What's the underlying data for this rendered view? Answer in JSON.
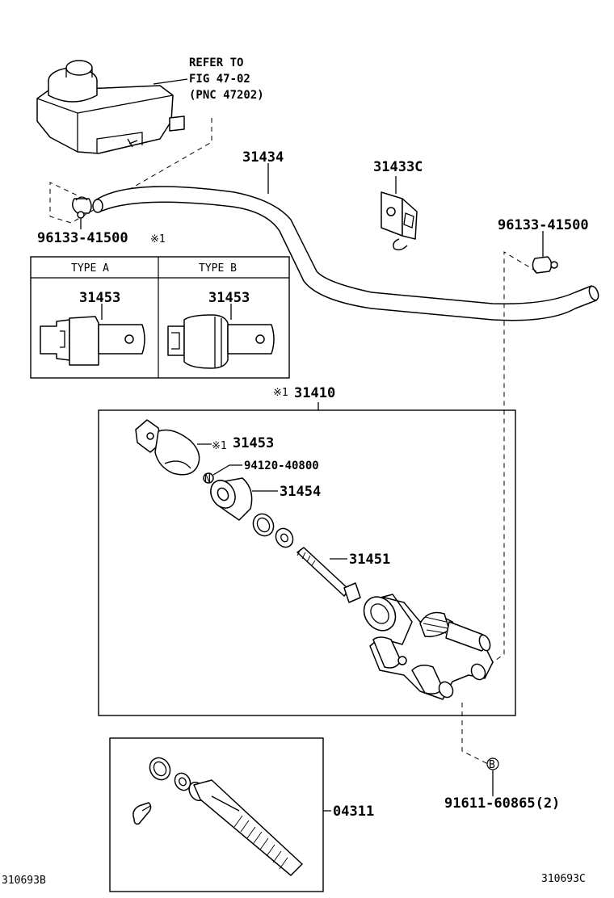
{
  "refer": {
    "line1": "REFER TO",
    "line2": "FIG 47-02",
    "line3": "(PNC 47202)"
  },
  "labels": {
    "hose": "31434",
    "bracket": "31433C",
    "clip_left": "96133-41500",
    "clip_right": "96133-41500",
    "note_mark_top": "※1",
    "type_a": "TYPE A",
    "type_b": "TYPE B",
    "sensor_a": "31453",
    "sensor_b": "31453",
    "assy_mark": "※1",
    "assy": "31410",
    "sensor_main_mark": "※1",
    "sensor_main": "31453",
    "oring": "94120-40800",
    "oring_marker": "N",
    "cap": "31454",
    "pin": "31451",
    "bolt_marker": "B",
    "bolt": "91611-60865(2)",
    "kit": "04311",
    "fig_left": "310693B",
    "fig_right": "310693C"
  }
}
